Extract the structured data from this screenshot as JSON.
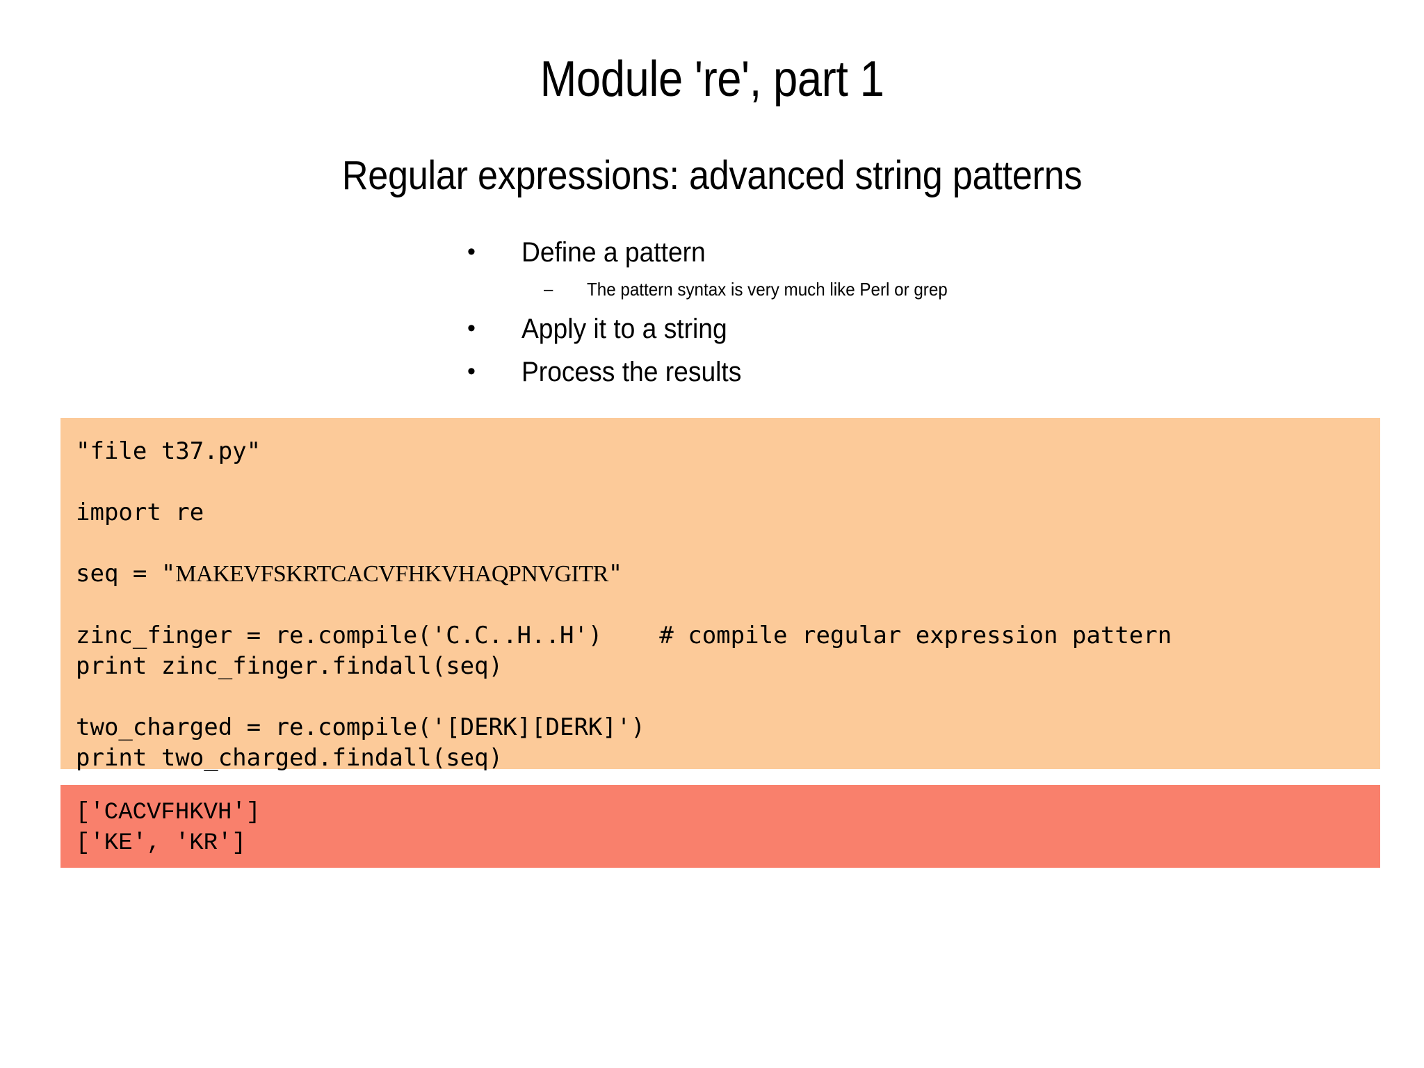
{
  "slide": {
    "title": "Module 're', part 1",
    "subtitle": "Regular expressions: advanced string patterns",
    "bullets": [
      {
        "level": 1,
        "marker": "•",
        "text": "Define a pattern"
      },
      {
        "level": 2,
        "marker": "–",
        "text": "The pattern syntax is very much like Perl or grep"
      },
      {
        "level": 1,
        "marker": "•",
        "text": "Apply it to a string"
      },
      {
        "level": 1,
        "marker": "•",
        "text": "Process the results"
      }
    ],
    "code_block": {
      "background_color": "#fcca99",
      "lines": [
        "\"file t37.py\"",
        "",
        "import re",
        "",
        "seq = \"MAKEVFSKRTCACVFHKVHAQPNVGITR\"",
        "",
        "zinc_finger = re.compile('C.C..H..H')",
        "print zinc_finger.findall(seq)",
        "",
        "two_charged = re.compile('[DERK][DERK]')",
        "print two_charged.findall(seq)"
      ],
      "seq_line": {
        "prefix": "seq = \"",
        "sequence": "MAKEVFSKRTCACVFHKVHAQPNVGITR",
        "suffix": "\""
      },
      "zinc_finger_line": {
        "code": "zinc_finger = re.compile('C.C..H..H')",
        "gap": "    ",
        "comment": "# compile regular expression pattern"
      }
    },
    "output_block": {
      "background_color": "#f9806c",
      "lines": [
        "['CACVFHKVH']",
        "['KE', 'KR']"
      ]
    }
  }
}
